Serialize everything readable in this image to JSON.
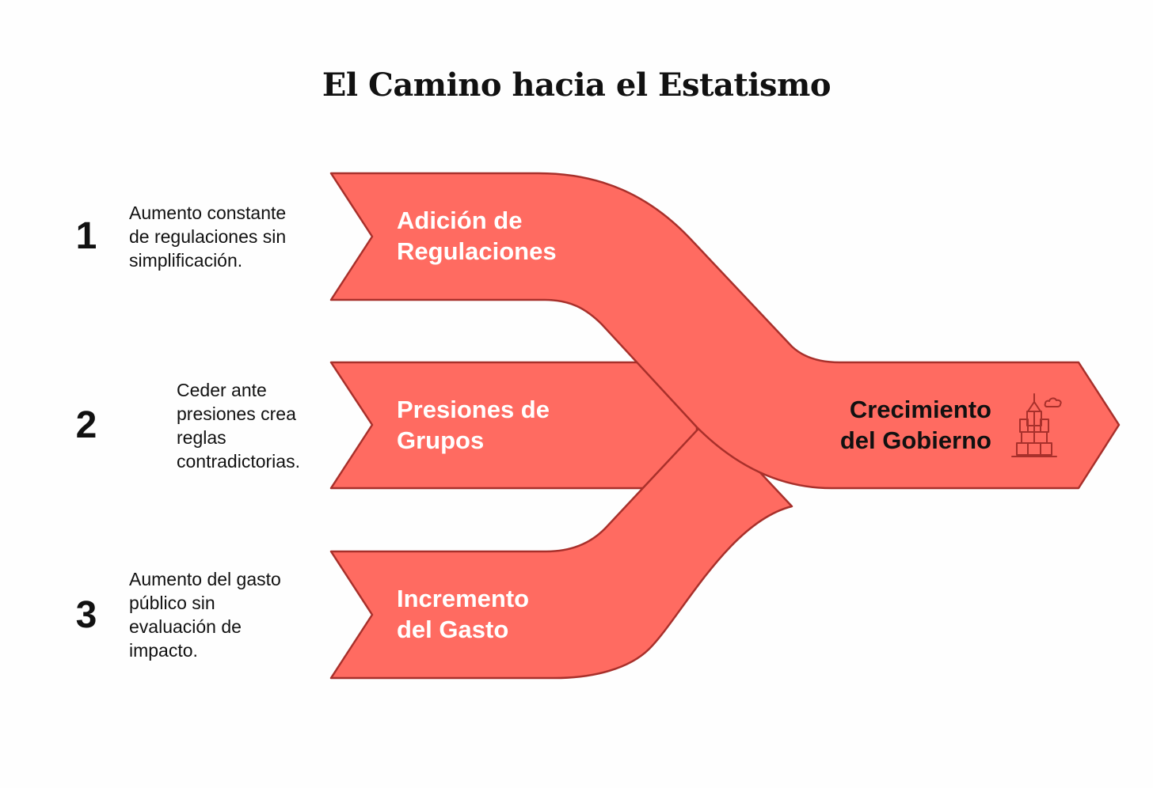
{
  "title": "El Camino hacia el Estatismo",
  "colors": {
    "band_fill": "#ff6b61",
    "band_stroke": "#a8302b",
    "icon_stroke": "#a8302b"
  },
  "steps": [
    {
      "number": "1",
      "description": [
        "Aumento constante",
        "de regulaciones sin",
        "simplificación."
      ],
      "label": [
        "Adición de",
        "Regulaciones"
      ]
    },
    {
      "number": "2",
      "description": [
        "Ceder ante",
        "presiones crea",
        "reglas",
        "contradictorias."
      ],
      "label": [
        "Presiones de",
        "Grupos"
      ]
    },
    {
      "number": "3",
      "description": [
        "Aumento del gasto",
        "público sin",
        "evaluación de",
        "impacto."
      ],
      "label": [
        "Incremento",
        "del Gasto"
      ]
    }
  ],
  "outcome": {
    "label": [
      "Crecimiento",
      "del Gobierno"
    ],
    "icon": "government-building-icon"
  }
}
